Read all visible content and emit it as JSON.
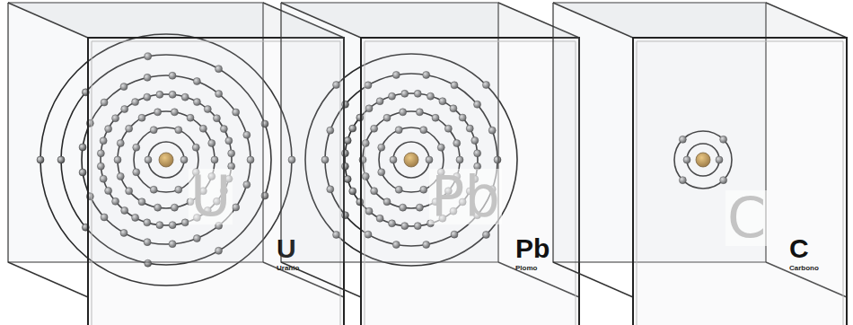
{
  "diagram": {
    "nodes": [
      {
        "text": [
          "U",
          "Uranio"
        ]
      },
      {
        "text": [
          "Pb",
          "Plomo"
        ]
      },
      {
        "text": [
          "C",
          "Carbono"
        ]
      }
    ],
    "labels": [
      "U",
      "Pb",
      "C"
    ]
  }
}
